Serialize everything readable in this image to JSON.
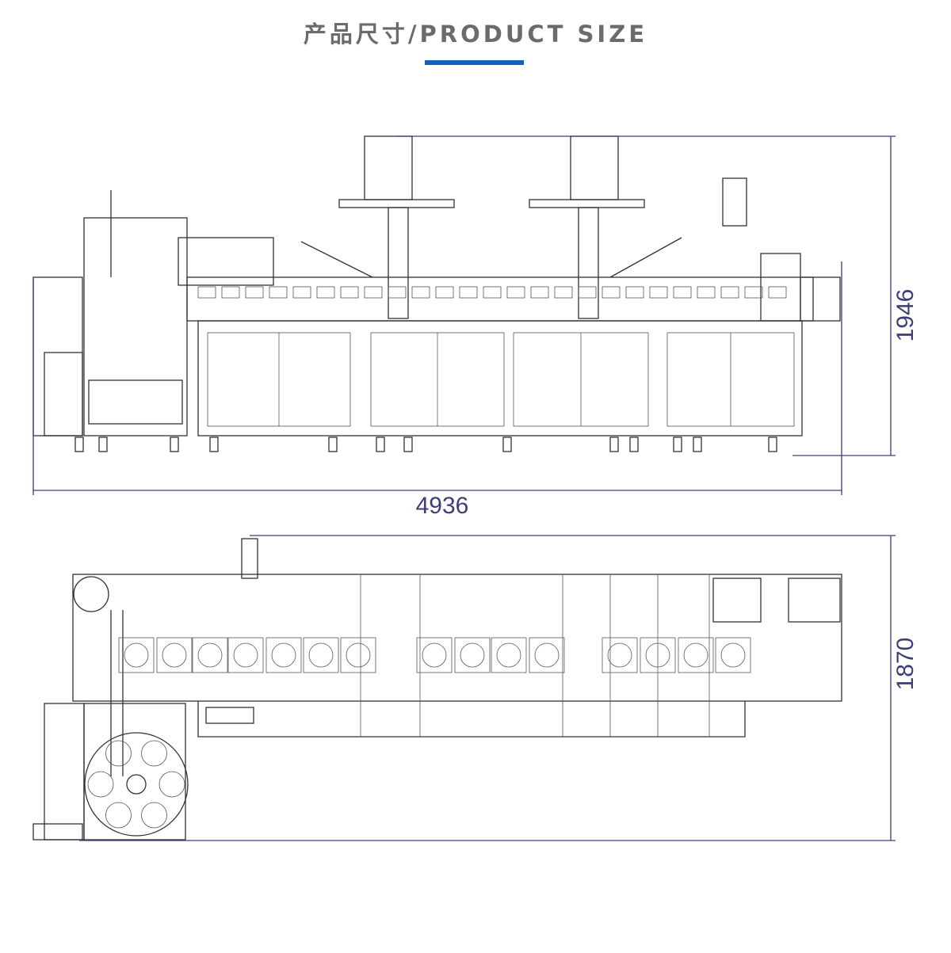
{
  "header": {
    "title": "产品尺寸/PRODUCT SIZE",
    "accent_color": "#1560b8"
  },
  "front_view": {
    "length_label": "4936",
    "height_label": "1946"
  },
  "top_view": {
    "width_label": "1870"
  },
  "colors": {
    "dimension": "#3d3d78",
    "line": "#333333"
  }
}
